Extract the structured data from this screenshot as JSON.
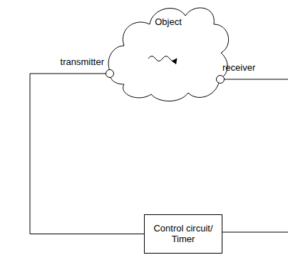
{
  "diagram": {
    "nodes": [
      {
        "text": [
          "Object"
        ]
      },
      {
        "text": [
          "transmitter"
        ]
      },
      {
        "text": [
          "receiver"
        ]
      },
      {
        "text": [
          "Control circuit/ Timer"
        ]
      }
    ],
    "edges": [
      {
        "from": 1,
        "to": 3,
        "arrow": "none"
      }
    ]
  }
}
